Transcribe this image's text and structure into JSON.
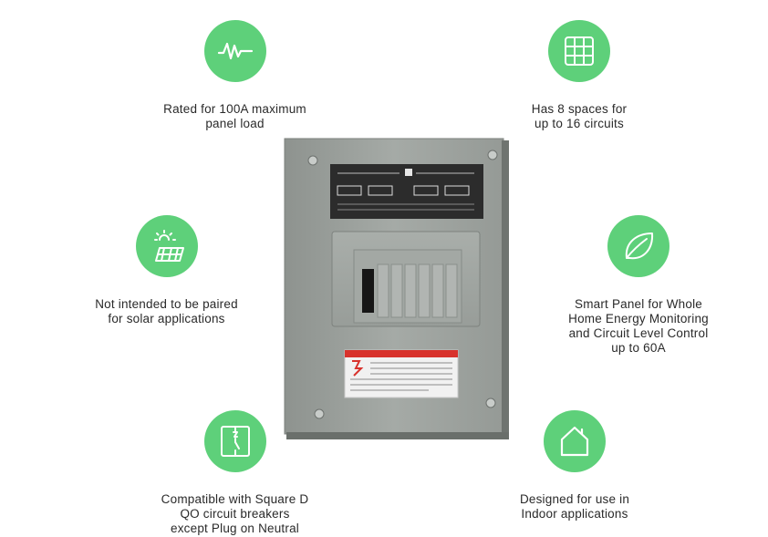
{
  "features": [
    {
      "icon": "waveform-icon",
      "text": "Rated for 100A maximum\npanel load"
    },
    {
      "icon": "grid-icon",
      "text": "Has 8 spaces for\nup to 16 circuits"
    },
    {
      "icon": "solar-panel-icon",
      "text": "Not intended to be paired\nfor solar applications"
    },
    {
      "icon": "leaf-icon",
      "text": "Smart Panel for Whole\nHome Energy Monitoring\nand Circuit Level Control\nup to 60A"
    },
    {
      "icon": "breaker-icon",
      "text": "Compatible with Square D\nQO circuit breakers\nexcept Plug on Neutral"
    },
    {
      "icon": "house-icon",
      "text": "Designed for use in\nIndoor applications"
    }
  ],
  "colors": {
    "icon_circle": "#5ed07a",
    "panel_body": "#9ea39f",
    "panel_label": "#2c2c2c",
    "warning_red": "#d8322c"
  }
}
